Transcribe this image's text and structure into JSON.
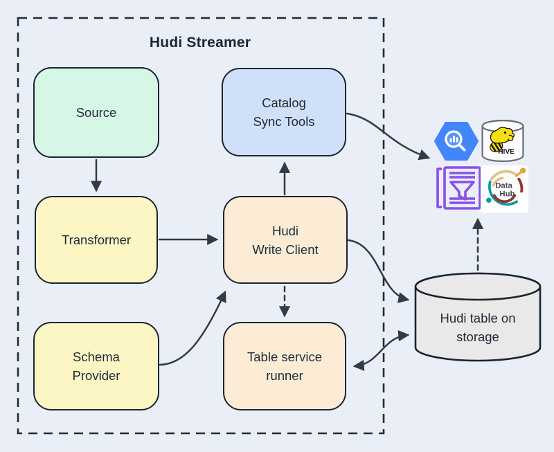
{
  "diagram": {
    "title": "Hudi Streamer",
    "nodes": {
      "source": {
        "label": "Source"
      },
      "catalog_sync_tools": {
        "label": [
          "Catalog",
          "Sync Tools"
        ]
      },
      "transformer": {
        "label": "Transformer"
      },
      "hudi_write_client": {
        "label": [
          "Hudi",
          "Write Client"
        ]
      },
      "schema_provider": {
        "label": [
          "Schema",
          "Provider"
        ]
      },
      "table_service_runner": {
        "label": [
          "Table service",
          "runner"
        ]
      },
      "hudi_table_storage": {
        "label": [
          "Hudi table on",
          "storage"
        ]
      }
    },
    "icons": {
      "bigquery": {
        "name": "bigquery-icon"
      },
      "hive": {
        "name": "hive-icon",
        "text": "HIVE"
      },
      "glue_data_catalog": {
        "name": "glue-data-catalog-icon"
      },
      "datahub": {
        "name": "datahub-icon",
        "text": [
          "Data",
          "Hub"
        ]
      }
    },
    "edges": [
      {
        "from": "source",
        "to": "transformer",
        "style": "solid"
      },
      {
        "from": "transformer",
        "to": "hudi_write_client",
        "style": "solid"
      },
      {
        "from": "schema_provider",
        "to": "hudi_write_client",
        "style": "solid"
      },
      {
        "from": "hudi_write_client",
        "to": "catalog_sync_tools",
        "style": "solid"
      },
      {
        "from": "hudi_write_client",
        "to": "table_service_runner",
        "style": "dashed"
      },
      {
        "from": "hudi_write_client",
        "to": "hudi_table_storage",
        "style": "solid"
      },
      {
        "from": "table_service_runner",
        "to": "hudi_table_storage",
        "style": "solid-bidirectional"
      },
      {
        "from": "catalog_sync_tools",
        "to": "catalog-icons",
        "style": "solid"
      },
      {
        "from": "hudi_table_storage",
        "to": "catalog-icons",
        "style": "dashed"
      }
    ],
    "colors": {
      "background": "#e9eef7",
      "node_border": "#1b2432",
      "arrow": "#333a46",
      "source_fill": "#d6f6e6",
      "yellow_fill": "#fbf6c3",
      "blue_fill": "#cfe0f8",
      "peach_fill": "#fcecd5",
      "cylinder_fill": "#e9e9e9",
      "bigquery_blue": "#4386fb",
      "hive_yellow": "#f3df13",
      "glue_purple": "#8a4fe8",
      "datahub_teal": "#0f9aa8",
      "datahub_tan": "#e3c085",
      "datahub_red": "#96312c"
    }
  }
}
